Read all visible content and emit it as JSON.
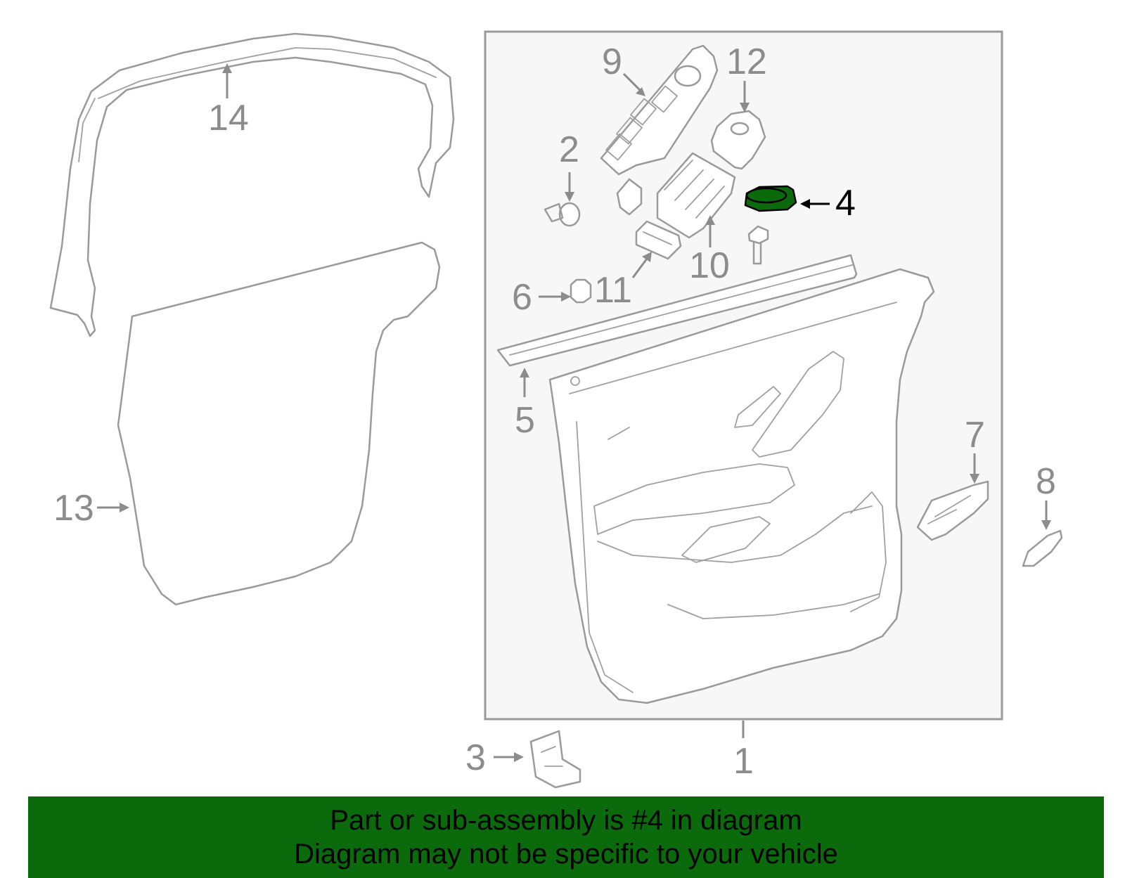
{
  "callouts": {
    "c1": "1",
    "c2": "2",
    "c3": "3",
    "c4": "4",
    "c5": "5",
    "c6": "6",
    "c7": "7",
    "c8": "8",
    "c9": "9",
    "c10": "10",
    "c11": "11",
    "c12": "12",
    "c13": "13",
    "c14": "14"
  },
  "highlight": {
    "part": "4",
    "color": "#0b6a0b"
  },
  "banner": {
    "line1": "Part or sub-assembly is #4 in diagram",
    "line2": "Diagram may not be specific to your vehicle",
    "background": "#0b6a0b"
  }
}
